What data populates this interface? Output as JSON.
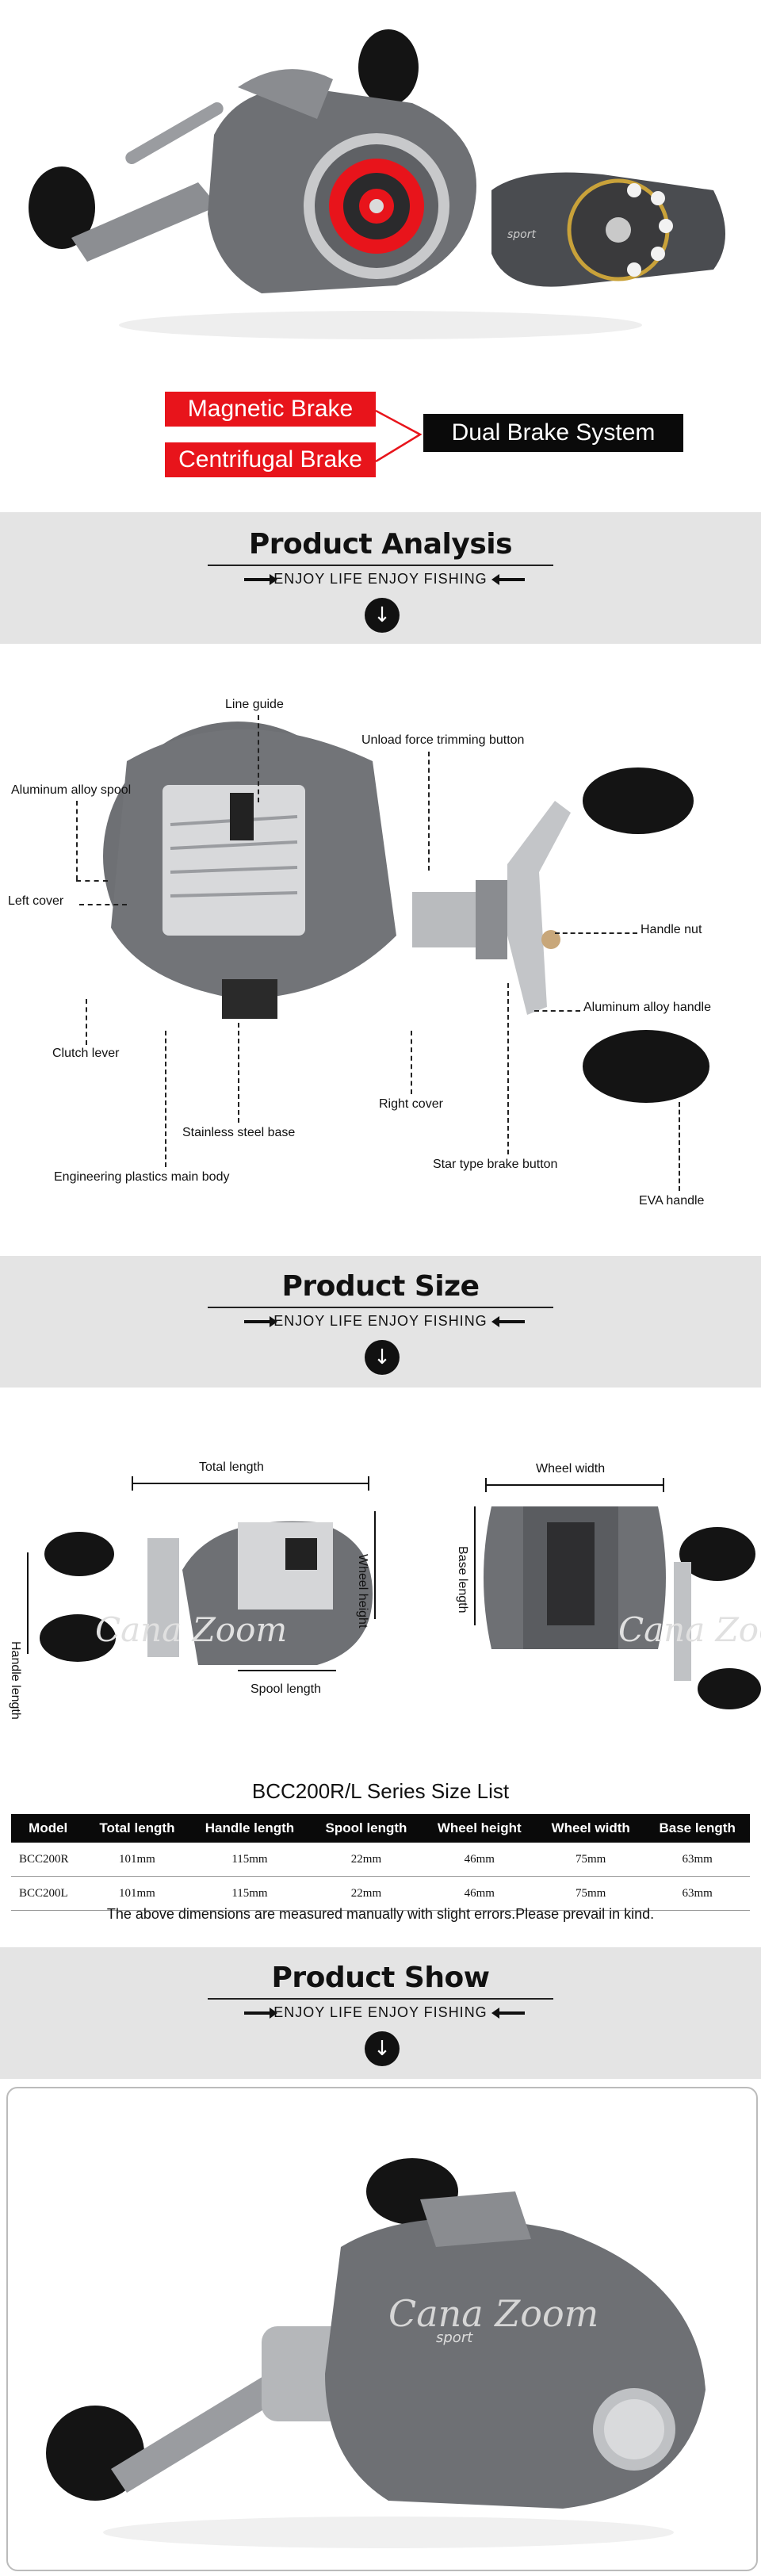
{
  "brake": {
    "magnetic": "Magnetic Brake",
    "centrifugal": "Centrifugal Brake",
    "system": "Dual Brake System"
  },
  "sections": {
    "analysis": {
      "title": "Product Analysis",
      "subtitle": "ENJOY LIFE ENJOY FISHING"
    },
    "size": {
      "title": "Product Size",
      "subtitle": "ENJOY LIFE ENJOY FISHING"
    },
    "show": {
      "title": "Product Show",
      "subtitle": "ENJOY LIFE ENJOY FISHING"
    }
  },
  "parts": {
    "line_guide": "Line guide",
    "unload_button": "Unload force trimming button",
    "spool": "Aluminum alloy spool",
    "left_cover": "Left cover",
    "clutch_lever": "Clutch lever",
    "steel_base": "Stainless steel base",
    "main_body": "Engineering plastics main body",
    "handle_nut": "Handle nut",
    "alloy_handle": "Aluminum alloy handle",
    "right_cover": "Right cover",
    "star_brake": "Star type brake button",
    "eva_handle": "EVA handle"
  },
  "dimensions": {
    "total_length": "Total length",
    "wheel_height": "Wheel height",
    "handle_length": "Handle length",
    "spool_length": "Spool length",
    "wheel_width": "Wheel width",
    "base_length": "Base length"
  },
  "spec": {
    "title": "BCC200R/L Series Size List",
    "columns": [
      "Model",
      "Total length",
      "Handle length",
      "Spool length",
      "Wheel height",
      "Wheel width",
      "Base length"
    ],
    "rows": [
      [
        "BCC200R",
        "101mm",
        "115mm",
        "22mm",
        "46mm",
        "75mm",
        "63mm"
      ],
      [
        "BCC200L",
        "101mm",
        "115mm",
        "22mm",
        "46mm",
        "75mm",
        "63mm"
      ]
    ],
    "note": "The above dimensions are measured manually with slight errors.Please prevail in kind."
  },
  "watermark": "Cana Zoom",
  "reel_badge": "sport",
  "icons": {
    "down": "down-arrow-circle-icon",
    "right": "right-arrow-icon",
    "left": "left-arrow-icon"
  },
  "colors": {
    "brake_red": "#e8141b",
    "band_gray": "#e4e4e4",
    "reel_gray": "#6e7074"
  }
}
